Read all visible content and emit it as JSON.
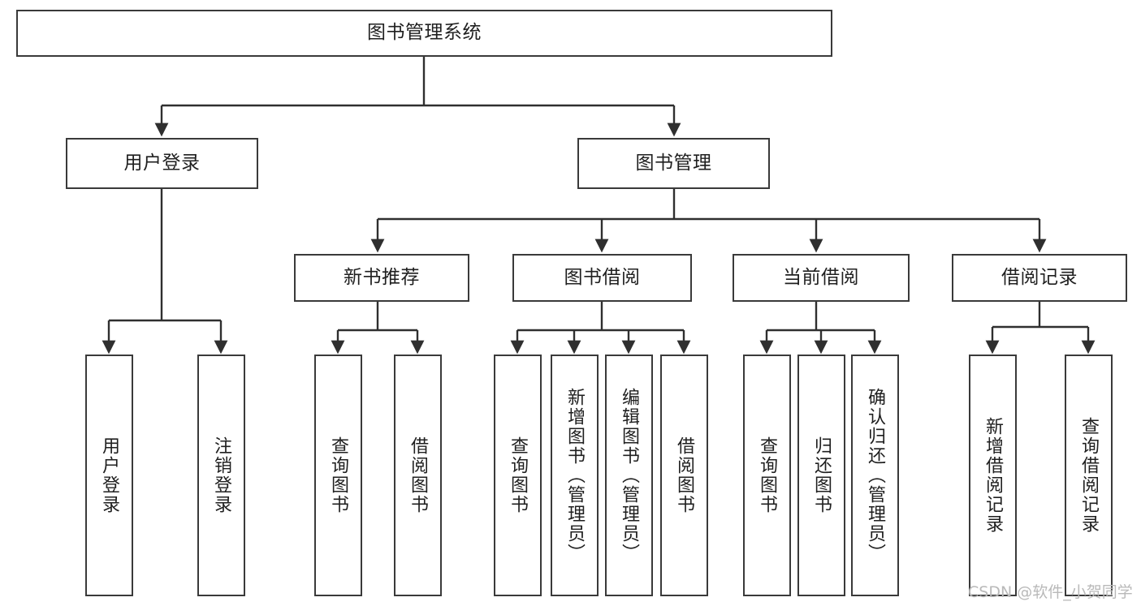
{
  "diagram": {
    "title": "图书管理系统",
    "type": "tree-hierarchy-diagram",
    "colors": {
      "box_border": "#3a3a3a",
      "box_fill": "#ffffff",
      "edge": "#2f2f2f",
      "text": "#1f1f1f",
      "watermark": "#b9b9b9"
    },
    "root": {
      "label": "图书管理系统"
    },
    "level2": [
      {
        "id": "user-login",
        "label": "用户登录"
      },
      {
        "id": "book-management",
        "label": "图书管理"
      }
    ],
    "level3": [
      {
        "id": "new-book-recommend",
        "label": "新书推荐"
      },
      {
        "id": "book-borrow",
        "label": "图书借阅"
      },
      {
        "id": "current-borrow",
        "label": "当前借阅"
      },
      {
        "id": "borrow-record",
        "label": "借阅记录"
      }
    ],
    "leaves": {
      "user_login": [
        {
          "id": "leaf-user-login",
          "label": "用户登录"
        },
        {
          "id": "leaf-logout-login",
          "label": "注销登录"
        }
      ],
      "new_book_recommend": [
        {
          "id": "leaf-query-book-1",
          "label": "查询图书"
        },
        {
          "id": "leaf-borrow-book-1",
          "label": "借阅图书"
        }
      ],
      "book_borrow": [
        {
          "id": "leaf-query-book-2",
          "label": "查询图书"
        },
        {
          "id": "leaf-add-book",
          "label": "新增图书（管理员）"
        },
        {
          "id": "leaf-edit-book",
          "label": "编辑图书（管理员）"
        },
        {
          "id": "leaf-borrow-book-2",
          "label": "借阅图书"
        }
      ],
      "current_borrow": [
        {
          "id": "leaf-query-book-3",
          "label": "查询图书"
        },
        {
          "id": "leaf-return-book",
          "label": "归还图书"
        },
        {
          "id": "leaf-confirm-return",
          "label": "确认归还（管理员）"
        }
      ],
      "borrow_record": [
        {
          "id": "leaf-add-record",
          "label": "新增借阅记录"
        },
        {
          "id": "leaf-query-record",
          "label": "查询借阅记录"
        }
      ]
    }
  },
  "watermark": {
    "text": "CSDN @软件_小贺同学"
  }
}
